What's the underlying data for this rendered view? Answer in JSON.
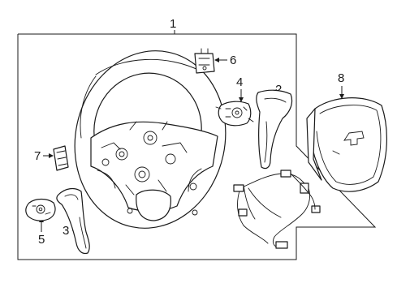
{
  "diagram": {
    "callouts": {
      "c1": "1",
      "c2": "2",
      "c3": "3",
      "c4": "4",
      "c5": "5",
      "c6": "6",
      "c7": "7",
      "c8": "8"
    },
    "parts": [
      {
        "callout": "1",
        "icon": "steering-wheel-assembly-icon"
      },
      {
        "callout": "2",
        "icon": "right-trim-cover-icon"
      },
      {
        "callout": "3",
        "icon": "left-trim-cover-icon"
      },
      {
        "callout": "4",
        "icon": "right-control-switch-icon"
      },
      {
        "callout": "5",
        "icon": "left-control-switch-icon"
      },
      {
        "callout": "6",
        "icon": "paddle-switch-icon"
      },
      {
        "callout": "7",
        "icon": "heated-switch-icon"
      },
      {
        "callout": "8",
        "icon": "airbag-module-icon"
      }
    ],
    "colors": {
      "line": "#1a1a1a",
      "background": "#ffffff"
    }
  }
}
